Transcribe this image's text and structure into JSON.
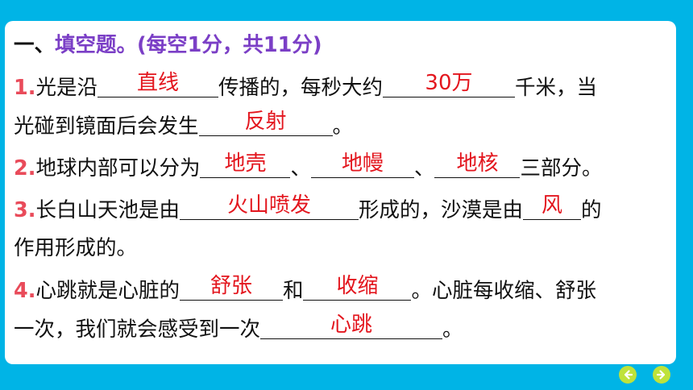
{
  "heading": {
    "dash": "一、",
    "title": "填空题。(每空1分，共11分)"
  },
  "q1": {
    "num": "1.",
    "t1": "光是沿",
    "a1": "直线",
    "t2": "传播的，每秒大约",
    "a2": "30万",
    "t3": "千米，当",
    "t4": "光碰到镜面后会发生",
    "a3": "反射",
    "t5": "。"
  },
  "q2": {
    "num": "2.",
    "t1": "地球内部可以分为",
    "a1": "地壳",
    "sep1": "、",
    "a2": "地幔",
    "sep2": "、",
    "a3": "地核",
    "t2": "三部分。"
  },
  "q3": {
    "num": "3.",
    "t1": "长白山天池是由",
    "a1": "火山喷发",
    "t2": "形成的，沙漠是由",
    "a2": "风",
    "t3": "的",
    "t4": "作用形成的。"
  },
  "q4": {
    "num": "4.",
    "t1": "心跳就是心脏的",
    "a1": "舒张",
    "t2": "和",
    "a2": "收缩",
    "t3": "。心脏每收缩、舒张",
    "t4": "一次，我们就会感受到一次",
    "a3": "心跳",
    "t5": "。"
  },
  "nav": {
    "prev_icon": "arrow-left-icon",
    "next_icon": "arrow-right-icon",
    "color": "#BFE23A"
  }
}
